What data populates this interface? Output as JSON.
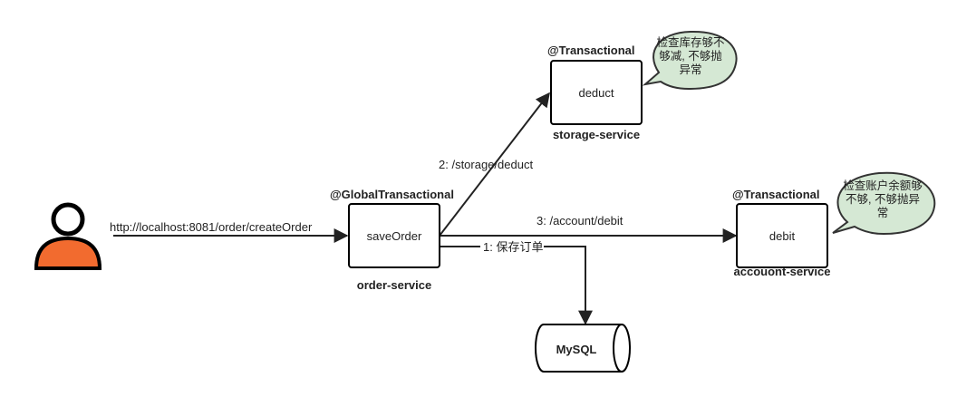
{
  "user": {
    "icon": "user-icon",
    "head_color": "#ffffff",
    "body_color": "#f26b2f"
  },
  "nodes": {
    "save_order": {
      "label": "saveOrder",
      "annotation": "@GlobalTransactional",
      "service": "order-service"
    },
    "deduct": {
      "label": "deduct",
      "annotation": "@Transactional",
      "service": "storage-service"
    },
    "debit": {
      "label": "debit",
      "annotation": "@Transactional",
      "service": "accouont-service"
    },
    "mysql": {
      "label": "MySQL"
    }
  },
  "edges": {
    "request": "http://localhost:8081/order/createOrder",
    "save": "1: 保存订单",
    "storage": "2: /storage/deduct",
    "account": "3: /account/debit"
  },
  "notes": {
    "storage": [
      "检查库存够不",
      "够减, 不够抛",
      "异常"
    ],
    "account": [
      "检查账户余额够",
      "不够, 不够抛异",
      "常"
    ]
  },
  "colors": {
    "note_fill": "#d5e8d4",
    "stroke": "#000000"
  }
}
